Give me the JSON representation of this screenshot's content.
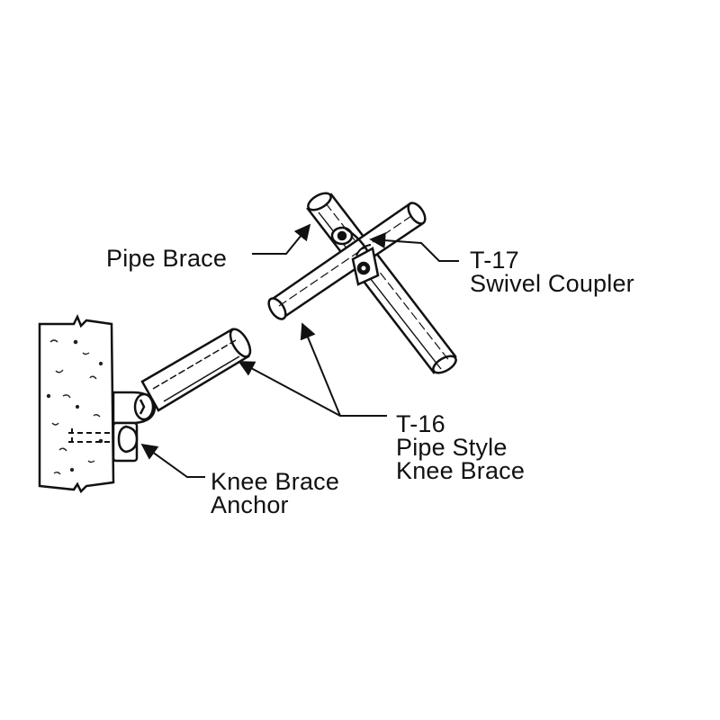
{
  "labels": {
    "pipe_brace": "Pipe Brace",
    "t17_code": "T-17",
    "t17_name": "Swivel Coupler",
    "t16_code": "T-16",
    "t16_line1": "Pipe Style",
    "t16_line2": "Knee Brace",
    "anchor_line1": "Knee Brace",
    "anchor_line2": "Anchor"
  },
  "colors": {
    "ink": "#111111",
    "background": "#ffffff"
  }
}
